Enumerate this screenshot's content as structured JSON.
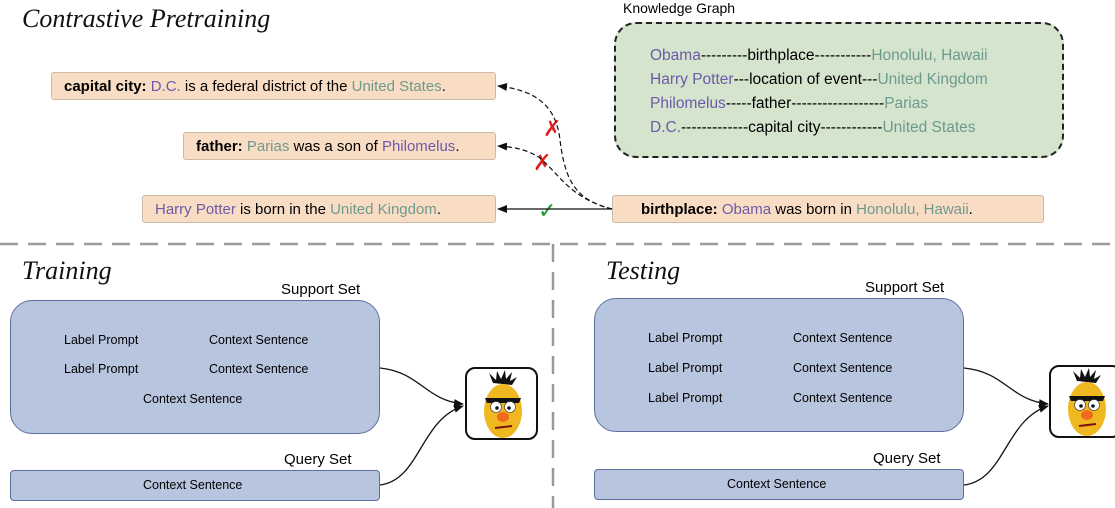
{
  "top": {
    "title": "Contrastive Pretraining",
    "kg": {
      "title": "Knowledge Graph",
      "rows": [
        {
          "head": "Obama",
          "sep1": "---------",
          "rel": "birthplace",
          "sep2": "-----------",
          "tail": "Honolulu, Hawaii"
        },
        {
          "head": "Harry Potter",
          "sep1": "---",
          "rel": "location of event",
          "sep2": "---",
          "tail": "United Kingdom"
        },
        {
          "head": "Philomelus",
          "sep1": "-----",
          "rel": "father",
          "sep2": "------------------",
          "tail": "Parias"
        },
        {
          "head": "D.C.",
          "sep1": "-------------",
          "rel": "capital city",
          "sep2": "------------",
          "tail": "United States"
        }
      ]
    },
    "sentences": {
      "capital": {
        "label": "capital city:",
        "e1": "D.C.",
        "mid": " is a federal district of the ",
        "e2": "United States",
        "end": "."
      },
      "father": {
        "label": "father:",
        "e1": "Parias",
        "mid": " was a son of ",
        "e2": "Philomelus",
        "end": "."
      },
      "harry": {
        "e1": "Harry Potter",
        "mid": " is born in the ",
        "e2": "United Kingdom",
        "end": "."
      },
      "birthplace": {
        "label": "birthplace:",
        "e1": "Obama",
        "mid": " was born in ",
        "e2": "Honolulu, Hawaii",
        "end": "."
      }
    },
    "marks": {
      "wrong": "✗",
      "right": "✓"
    },
    "colors": {
      "person": "#6b5ba8",
      "place": "#6d9a8e",
      "sentence_bg": "#f9dcc4",
      "kg_bg": "#d5e4cd",
      "set_bg": "#b8c5de",
      "wrong": "#e02020",
      "right": "#1e9a2a"
    }
  },
  "training": {
    "title": "Training",
    "support_title": "Support Set",
    "query_title": "Query Set",
    "rows": [
      {
        "label": "Label Prompt",
        "context": "Context Sentence"
      },
      {
        "label": "Label Prompt",
        "context": "Context Sentence"
      },
      {
        "context": "Context Sentence"
      }
    ],
    "query_context": "Context Sentence"
  },
  "testing": {
    "title": "Testing",
    "support_title": "Support Set",
    "query_title": "Query Set",
    "rows": [
      {
        "label": "Label Prompt",
        "context": "Context Sentence"
      },
      {
        "label": "Label Prompt",
        "context": "Context Sentence"
      },
      {
        "label": "Label Prompt",
        "context": "Context Sentence"
      }
    ],
    "query_context": "Context Sentence"
  },
  "icons": {
    "model": "bert-muppet-icon"
  }
}
